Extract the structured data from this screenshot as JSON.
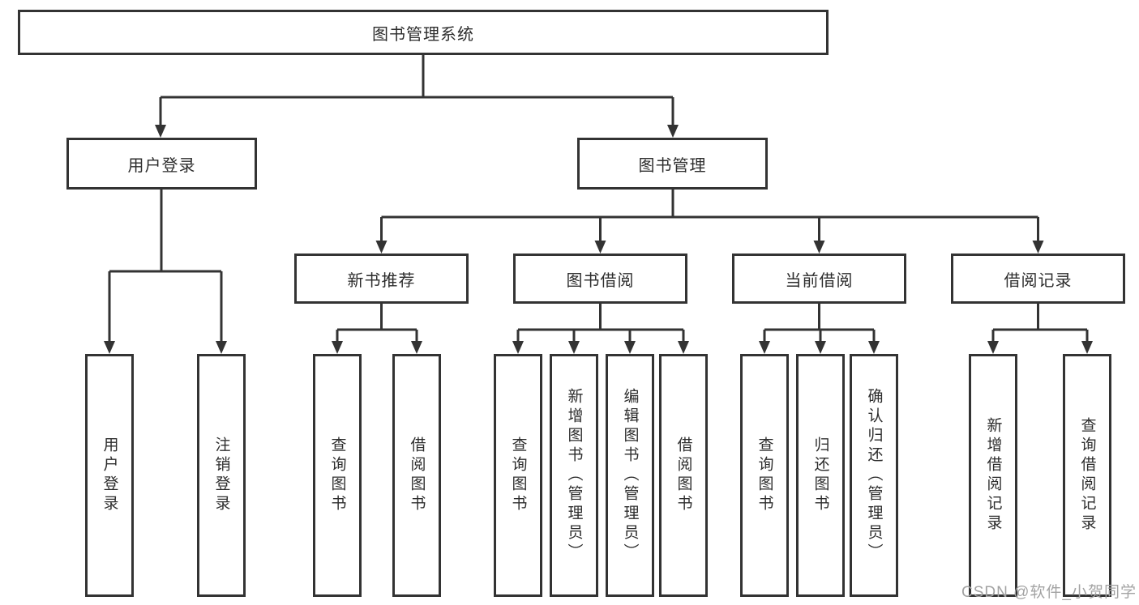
{
  "tree": {
    "root": {
      "label": "图书管理系统"
    },
    "branches": [
      {
        "label": "用户登录",
        "leaves": [
          {
            "label": "用户登录"
          },
          {
            "label": "注销登录"
          }
        ]
      },
      {
        "label": "图书管理",
        "groups": [
          {
            "label": "新书推荐",
            "leaves": [
              {
                "label": "查询图书"
              },
              {
                "label": "借阅图书"
              }
            ]
          },
          {
            "label": "图书借阅",
            "leaves": [
              {
                "label": "查询图书"
              },
              {
                "label": "新增图书（管理员）"
              },
              {
                "label": "编辑图书（管理员）"
              },
              {
                "label": "借阅图书"
              }
            ]
          },
          {
            "label": "当前借阅",
            "leaves": [
              {
                "label": "查询图书"
              },
              {
                "label": "归还图书"
              },
              {
                "label": "确认归还（管理员）"
              }
            ]
          },
          {
            "label": "借阅记录",
            "leaves": [
              {
                "label": "新增借阅记录"
              },
              {
                "label": "查询借阅记录"
              }
            ]
          }
        ]
      }
    ]
  },
  "watermark": {
    "text": "CSDN @软件_小贺同学"
  },
  "colors": {
    "line": "#333333",
    "box_border": "#333333",
    "text": "#2d2d2d",
    "watermark": "#a3a3a3",
    "background": "#ffffff"
  }
}
